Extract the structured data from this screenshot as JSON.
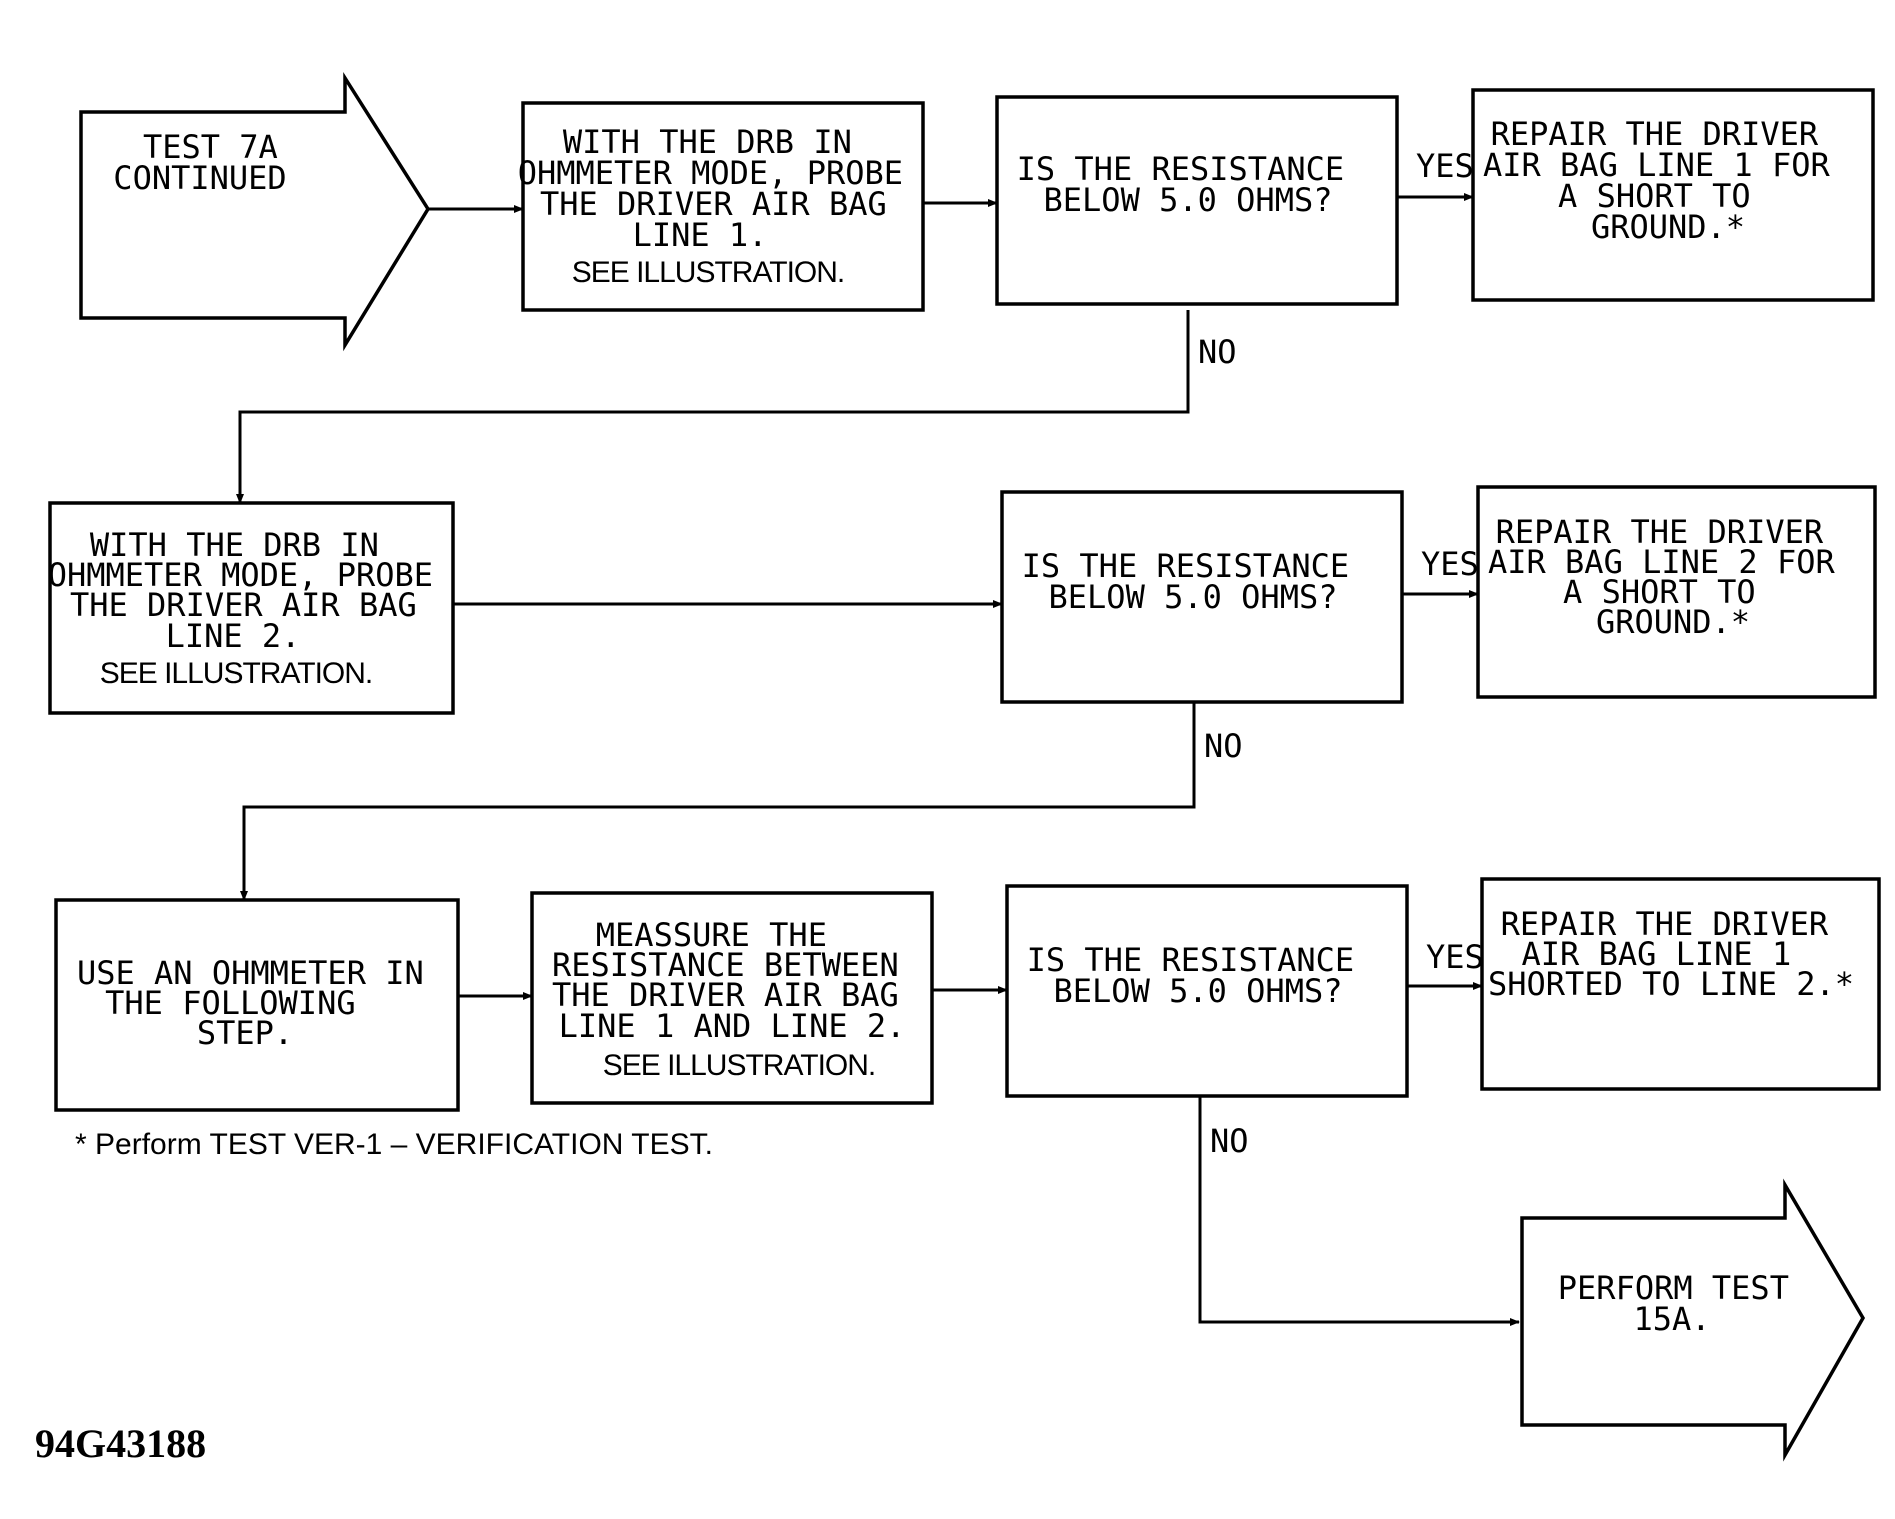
{
  "diagram": {
    "start_arrow": {
      "lines": [
        "TEST 7A",
        "CONTINUED"
      ]
    },
    "row1": {
      "step": {
        "lines": [
          "WITH THE DRB IN",
          "OHMMETER MODE, PROBE",
          "THE DRIVER AIR BAG",
          "LINE 1."
        ],
        "note": "SEE ILLUSTRATION."
      },
      "question": {
        "lines": [
          "IS THE RESISTANCE",
          "BELOW 5.0 OHMS?"
        ]
      },
      "yes_label": "YES",
      "no_label": "NO",
      "result": {
        "lines": [
          "REPAIR THE DRIVER",
          "AIR BAG LINE 1 FOR",
          "A SHORT TO",
          "GROUND.*"
        ]
      }
    },
    "row2": {
      "step": {
        "lines": [
          "WITH THE DRB IN",
          "OHMMETER MODE, PROBE",
          "THE DRIVER AIR BAG",
          "LINE 2."
        ],
        "note": "SEE ILLUSTRATION."
      },
      "question": {
        "lines": [
          "IS THE RESISTANCE",
          "BELOW 5.0 OHMS?"
        ]
      },
      "yes_label": "YES",
      "no_label": "NO",
      "result": {
        "lines": [
          "REPAIR THE DRIVER",
          "AIR BAG LINE 2 FOR",
          "A SHORT TO",
          "GROUND.*"
        ]
      }
    },
    "row3": {
      "step1": {
        "lines": [
          "USE AN OHMMETER IN",
          "THE FOLLOWING",
          "STEP."
        ]
      },
      "step2": {
        "lines": [
          "MEASSURE THE",
          "RESISTANCE BETWEEN",
          "THE DRIVER AIR BAG",
          "LINE 1 AND LINE 2."
        ],
        "note": "SEE ILLUSTRATION."
      },
      "question": {
        "lines": [
          "IS THE RESISTANCE",
          "BELOW 5.0 OHMS?"
        ]
      },
      "yes_label": "YES",
      "no_label": "NO",
      "result": {
        "lines": [
          "REPAIR THE DRIVER",
          "AIR BAG LINE 1",
          "SHORTED TO LINE 2.*"
        ]
      }
    },
    "end_arrow": {
      "lines": [
        "PERFORM TEST",
        "15A."
      ]
    },
    "footnote": "* Perform TEST VER-1 – VERIFICATION TEST.",
    "figure_id": "94G43188"
  }
}
